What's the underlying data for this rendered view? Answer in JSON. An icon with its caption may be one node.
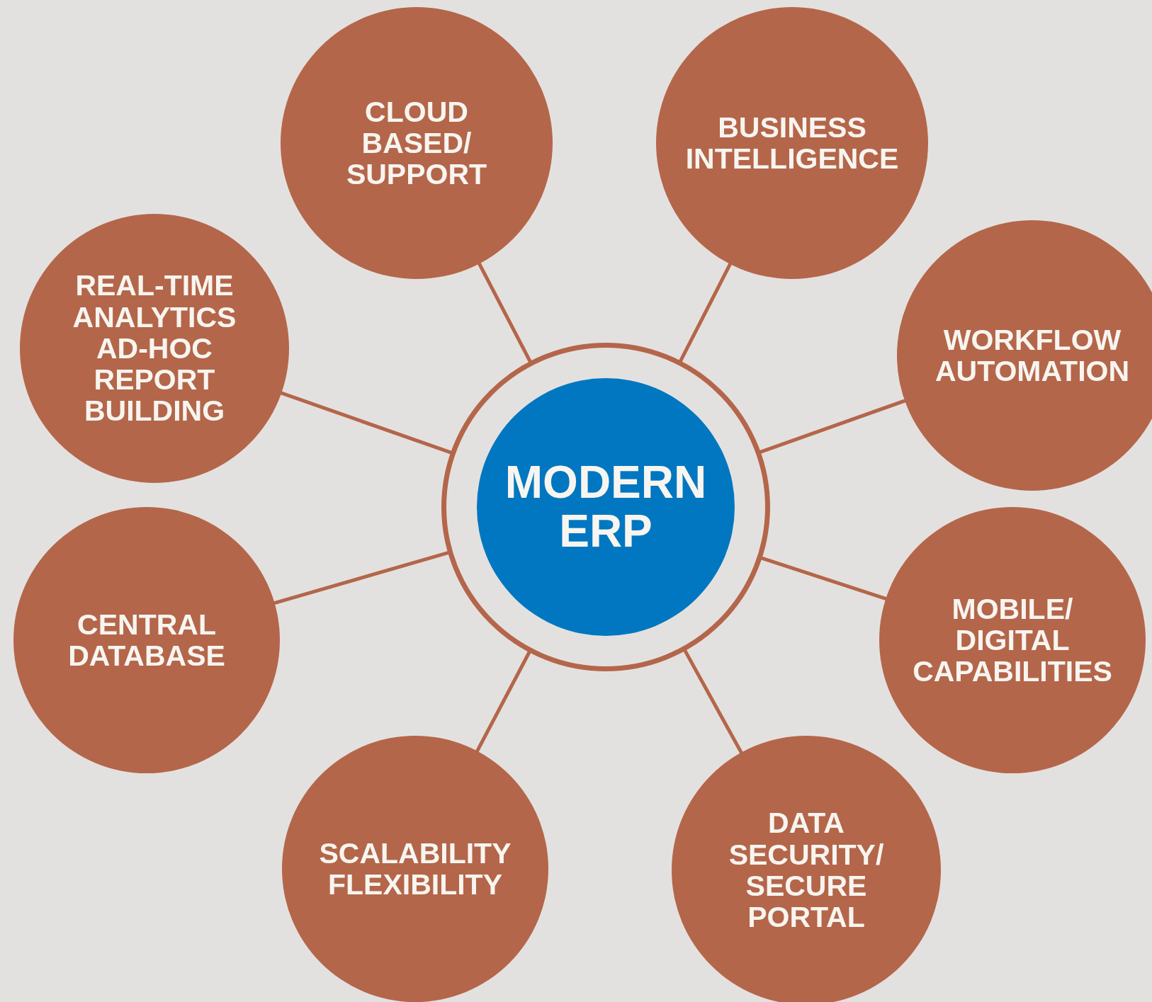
{
  "diagram": {
    "nodes": [
      {
        "text": [
          "MODERN ERP"
        ]
      },
      {
        "text": [
          "CLOUD BASED/ SUPPORT"
        ]
      },
      {
        "text": [
          "BUSINESS INTELLIGENCE"
        ]
      },
      {
        "text": [
          "REAL-TIME ANALYTICS AD-HOC REPORT BUILDING"
        ]
      },
      {
        "text": [
          "WORKFLOW AUTOMATION"
        ]
      },
      {
        "text": [
          "CENTRAL DATABASE"
        ]
      },
      {
        "text": [
          "MOBILE/ DIGITAL CAPABILITIES"
        ]
      },
      {
        "text": [
          "SCALABILITY FLEXIBILITY"
        ]
      },
      {
        "text": [
          "DATA SECURITY/ SECURE PORTAL"
        ]
      }
    ],
    "edges": [
      {
        "from": 0,
        "to": 1,
        "arrow": "none"
      },
      {
        "from": 0,
        "to": 2,
        "arrow": "none"
      },
      {
        "from": 0,
        "to": 3,
        "arrow": "none"
      },
      {
        "from": 0,
        "to": 4,
        "arrow": "none"
      },
      {
        "from": 0,
        "to": 5,
        "arrow": "none"
      },
      {
        "from": 0,
        "to": 6,
        "arrow": "none"
      },
      {
        "from": 0,
        "to": 7,
        "arrow": "none"
      },
      {
        "from": 0,
        "to": 8,
        "arrow": "none"
      }
    ]
  }
}
